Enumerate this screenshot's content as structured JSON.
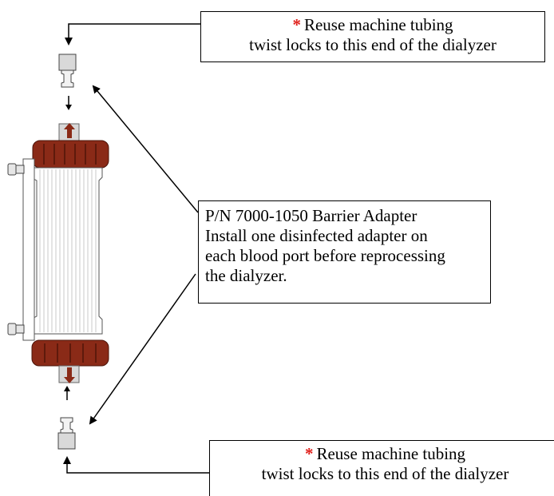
{
  "callout_top": {
    "star": "*",
    "line1": "Reuse machine tubing",
    "line2": "twist locks to this end of the dialyzer"
  },
  "callout_middle": {
    "line1": "P/N 7000-1050 Barrier Adapter",
    "line2": "Install one disinfected adapter on",
    "line3": "each blood port before reprocessing",
    "line4": "the dialyzer."
  },
  "callout_bottom": {
    "star": "*",
    "line1": "Reuse machine tubing",
    "line2": "twist locks to this end of the dialyzer"
  },
  "colors": {
    "star": "#e0201b",
    "cap": "#8a2a17",
    "cap_dark": "#5e1a0c",
    "body": "#ffffff",
    "fiber": "#c9c9c9",
    "adapter": "#d9d9d9"
  },
  "icons": [
    "dialyzer-illustration",
    "barrier-adapter-top",
    "barrier-adapter-bottom",
    "arrow-down",
    "arrow-up"
  ]
}
